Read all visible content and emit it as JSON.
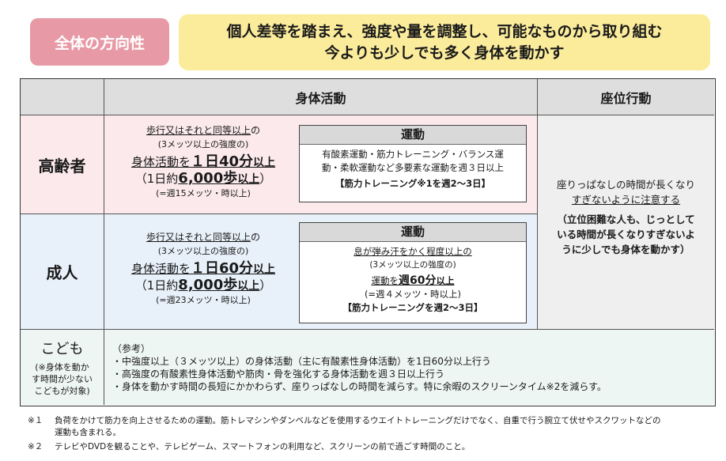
{
  "header": {
    "pill_label": "全体の方向性",
    "banner_line1": "個人差等を踏まえ、強度や量を調整し、可能なものから取り組む",
    "banner_line2": "今よりも少しでも多く身体を動かす"
  },
  "table": {
    "col_activity": "身体活動",
    "col_sedentary": "座位行動",
    "elderly": {
      "label": "高齢者",
      "walk_line": "歩行又はそれと同等以上",
      "walk_suffix": "の",
      "intensity": "(3メッツ以上の強度の)",
      "amount_prefix": "身体活動を",
      "amount_value": "１日40分",
      "amount_suffix": "以上",
      "steps_prefix": "（1日約",
      "steps_value": "6,000歩",
      "steps_suffix": "以上",
      "steps_close": "）",
      "weekly": "(=週15メッツ・時以上)",
      "exercise_title": "運動",
      "exercise_line1": "有酸素運動・筋力トレーニング・バランス運",
      "exercise_line2": "動・柔軟運動など多要素な運動を週３日以上",
      "strength": "【筋力トレーニング※1を週2〜3日】"
    },
    "adult": {
      "label": "成人",
      "walk_line": "歩行又はそれと同等以上",
      "walk_suffix": "の",
      "intensity": "(3メッツ以上の強度の)",
      "amount_prefix": "身体活動を",
      "amount_value": "１日60分",
      "amount_suffix": "以上",
      "steps_prefix": "（1日約",
      "steps_value": "8,000歩",
      "steps_suffix": "以上",
      "steps_close": "）",
      "weekly": "(=週23メッツ・時以上)",
      "exercise_title": "運動",
      "exercise_line1": "息が弾み汗をかく程度以上の",
      "exercise_intensity": "(3メッツ以上の強度の)",
      "exercise_amount_prefix": "運動を",
      "exercise_amount_value": "週60分",
      "exercise_amount_suffix": "以上",
      "exercise_weekly": "(=週４メッツ・時以上)",
      "strength": "【筋力トレーニングを週2〜3日】"
    },
    "sedentary": {
      "line1": "座りっぱなしの時間が長くなり",
      "line2": "すぎないように注意する",
      "note1": "（立位困難な人も、じっとして",
      "note2": "いる時間が長くなりすぎないよ",
      "note3": "うに少しでも身体を動かす）"
    },
    "children": {
      "label": "こども",
      "sub1": "(※身体を動か",
      "sub2": "す時間が少ない",
      "sub3": "こどもが対象)",
      "ref_title": "（参考）",
      "ref1": "・中強度以上（３メッツ以上）の身体活動（主に有酸素性身体活動）を1日60分以上行う",
      "ref2": "・高強度の有酸素性身体活動や筋肉・骨を強化する身体活動を週３日以上行う",
      "ref3": "・身体を動かす時間の長短にかかわらず、座りっぱなしの時間を減らす。特に余暇のスクリーンタイム※2を減らす。"
    }
  },
  "footnotes": {
    "n1_mark": "※１",
    "n1_line1": "負荷をかけて筋力を向上させるための運動。筋トレマシンやダンベルなどを使用するウエイトトレーニングだけでなく、自重で行う腕立て伏せやスクワットなどの",
    "n1_line2": "運動も含まれる。",
    "n2_mark": "※２",
    "n2_line1": "テレビやDVDを観ることや、テレビゲーム、スマートフォンの利用など、スクリーンの前で過ごす時間のこと。"
  }
}
